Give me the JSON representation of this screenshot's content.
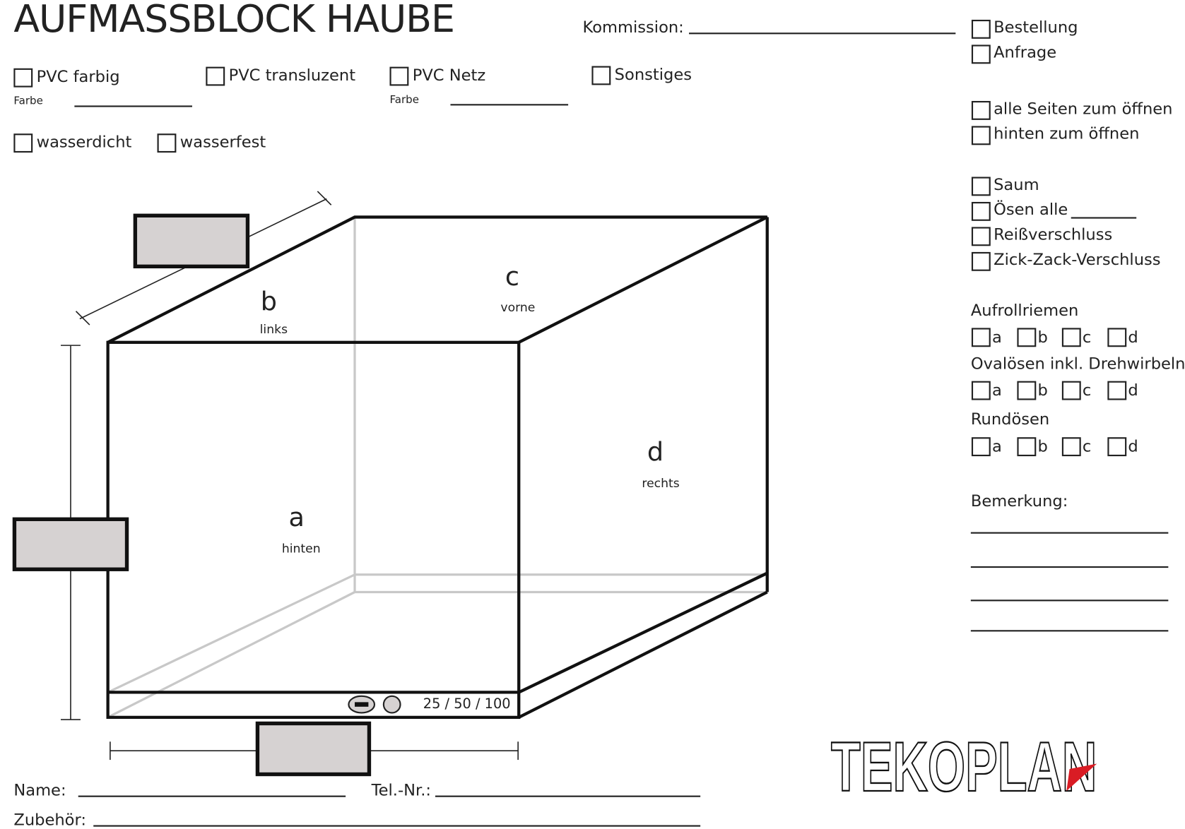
{
  "title": "AUFMASSBLOCK HAUBE",
  "kommission_label": "Kommission:",
  "material": {
    "pvc_farbig": "PVC farbig",
    "pvc_transluzent": "PVC transluzent",
    "pvc_netz": "PVC Netz",
    "sonstiges": "Sonstiges",
    "farbe1": "Farbe",
    "farbe2": "Farbe"
  },
  "properties": {
    "wasserdicht": "wasserdicht",
    "wasserfest": "wasserfest"
  },
  "right": {
    "bestellung": "Bestellung",
    "anfrage": "Anfrage",
    "alle_seiten": "alle Seiten zum öffnen",
    "hinten": "hinten zum öffnen",
    "saum": "Saum",
    "oesen": "Ösen alle",
    "reiss": "Reißverschluss",
    "zickzack": "Zick-Zack-Verschluss",
    "aufrollriemen": "Aufrollriemen",
    "ovaloesen": "Ovalösen inkl. Drehwirbeln",
    "rundoesen": "Rundösen",
    "sides": [
      "a",
      "b",
      "c",
      "d"
    ],
    "bemerkung": "Bemerkung:"
  },
  "faces": {
    "a": {
      "letter": "a",
      "word": "hinten"
    },
    "b": {
      "letter": "b",
      "word": "links"
    },
    "c": {
      "letter": "c",
      "word": "vorne"
    },
    "d": {
      "letter": "d",
      "word": "rechts"
    }
  },
  "strip_text": "25 / 50 / 100",
  "footer": {
    "name": "Name:",
    "tel": "Tel.-Nr.:",
    "zubehoer": "Zubehör:"
  },
  "logo": {
    "text": "TEKOPLAN",
    "accent": "#d91c24"
  }
}
